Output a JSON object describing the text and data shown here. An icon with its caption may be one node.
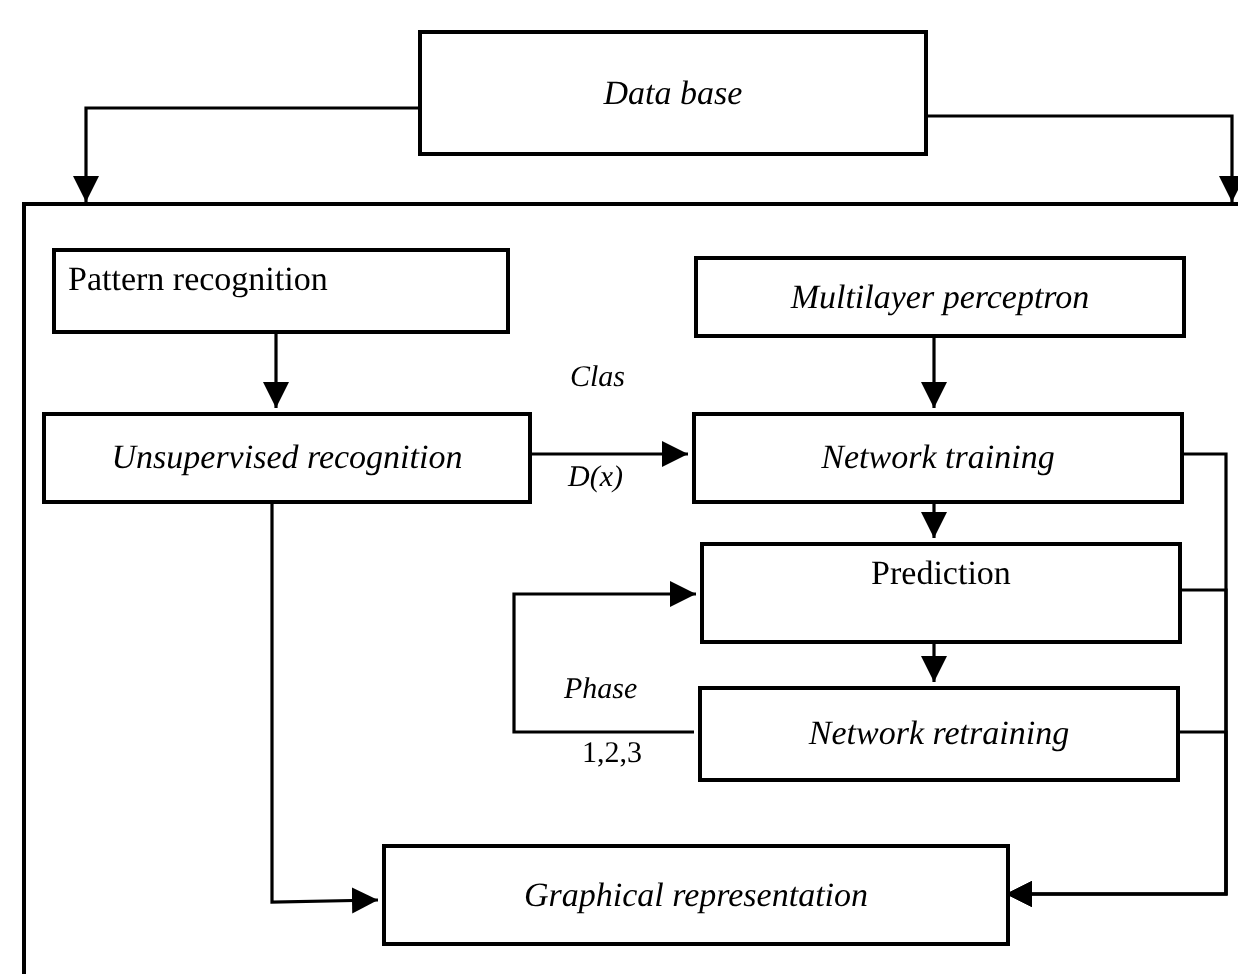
{
  "diagram": {
    "nodes": [
      {
        "text": [
          "Data base"
        ]
      },
      {
        "text": [],
        "shape": "box"
      },
      {
        "text": [
          "Pattern recognition"
        ],
        "in": 1
      },
      {
        "text": [
          "Multilayer perceptron"
        ],
        "in": 1
      },
      {
        "text": [
          "Unsupervised recognition"
        ],
        "in": 1
      },
      {
        "text": [
          "Network training"
        ],
        "in": 1
      },
      {
        "text": [
          "Prediction"
        ],
        "in": 1
      },
      {
        "text": [
          "Network retraining"
        ],
        "in": 1
      },
      {
        "text": [
          "Graphical representation"
        ],
        "in": 1
      }
    ],
    "edges": [
      {
        "from": 0,
        "to": 1,
        "arrow": "to"
      },
      {
        "from": 0,
        "to": 1,
        "arrow": "to"
      },
      {
        "from": 2,
        "to": 4,
        "arrow": "to"
      },
      {
        "from": 3,
        "to": 5,
        "arrow": "to"
      },
      {
        "from": 4,
        "to": 5,
        "arrow": "to"
      },
      {
        "from": 5,
        "to": 6,
        "arrow": "to"
      },
      {
        "from": 6,
        "to": 7,
        "arrow": "to"
      },
      {
        "from": 7,
        "to": 6,
        "arrow": "to"
      },
      {
        "from": 4,
        "to": 8,
        "arrow": "to"
      },
      {
        "from": 5,
        "to": 8,
        "arrow": "to"
      },
      {
        "from": 6,
        "to": 8,
        "arrow": "to"
      },
      {
        "from": 7,
        "to": 8,
        "arrow": "to"
      }
    ],
    "labels": [
      "Clas",
      "D(x)",
      "Phase",
      "1,2,3"
    ]
  }
}
